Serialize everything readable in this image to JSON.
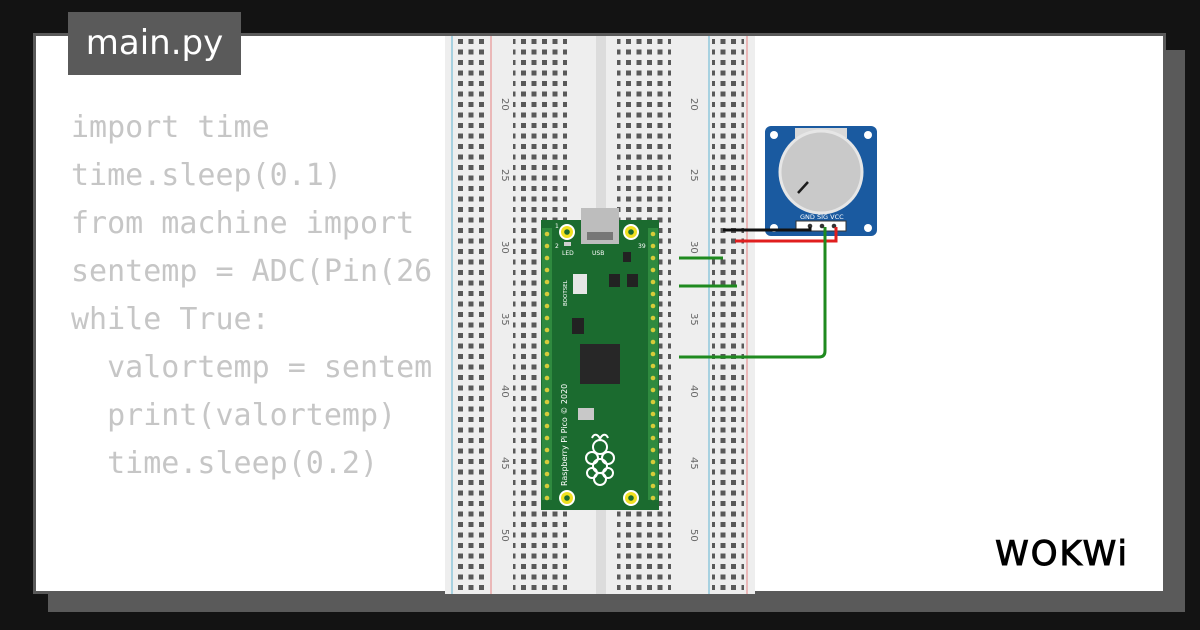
{
  "file_tab": {
    "label": "main.py"
  },
  "code": {
    "lines": [
      "import time",
      "time.sleep(0.1)",
      "from machine import",
      "sentemp = ADC(Pin(26",
      "while True:",
      "  valortemp = sentem",
      "  print(valortemp)",
      "  time.sleep(0.2)"
    ]
  },
  "breadboard": {
    "row_labels": [
      "20",
      "25",
      "30",
      "35",
      "40",
      "45",
      "50"
    ]
  },
  "pico": {
    "name_text": "Raspberry Pi Pico © 2020",
    "pin_1": "1",
    "pin_2": "2",
    "pin_39": "39",
    "led_label": "LED",
    "usb_label": "USB",
    "bootsel_label": "BOOTSEL"
  },
  "potentiometer": {
    "pin_labels": "GND SIG VCC"
  },
  "brand": {
    "logo_text": "WOKWi"
  },
  "colors": {
    "pcb_green": "#1b6b2f",
    "wire_green": "#1f8a1f",
    "wire_red": "#e01e1e",
    "pot_blue": "#1a5aa0"
  }
}
